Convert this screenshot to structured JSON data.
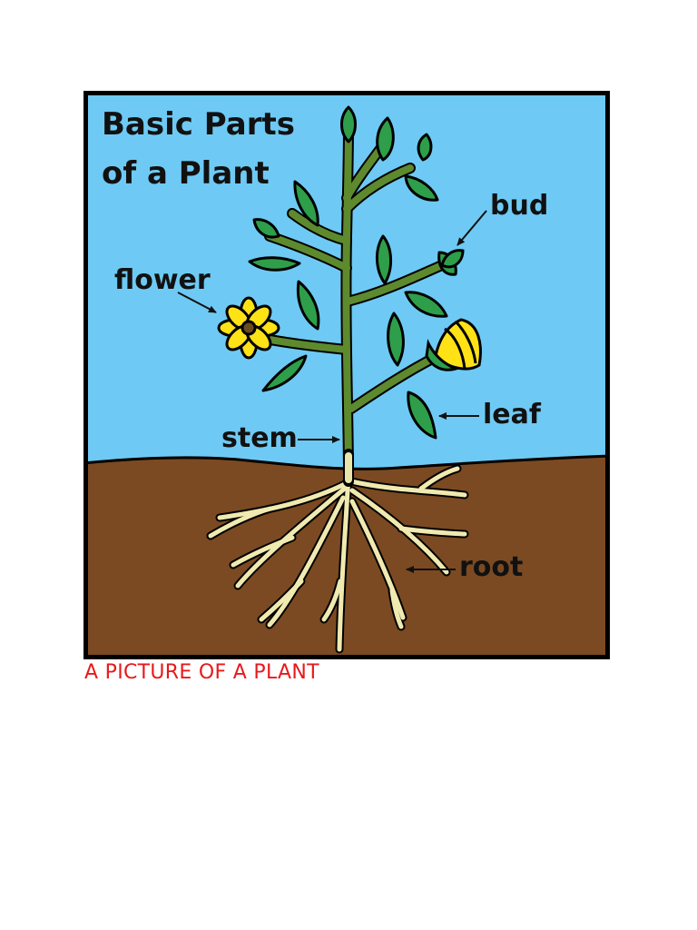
{
  "figure": {
    "title_line1": "Basic Parts",
    "title_line2": "of a Plant",
    "labels": {
      "bud": "bud",
      "flower": "flower",
      "leaf": "leaf",
      "stem": "stem",
      "root": "root"
    },
    "colors": {
      "sky": "#6ECAF4",
      "soil": "#7B4A22",
      "stem": "#5E8A2E",
      "leaf": "#2E9E4A",
      "petal": "#FFE216",
      "root": "#F0EAB0",
      "outline": "#000000"
    }
  },
  "caption": {
    "text": "A PICTURE OF A PLANT",
    "color": "#E8191B"
  }
}
